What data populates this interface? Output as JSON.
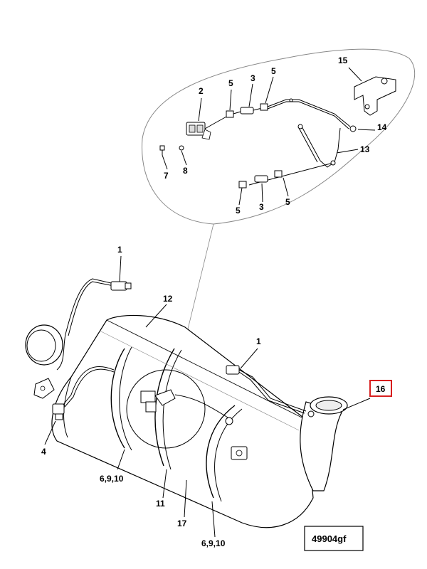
{
  "callouts": {
    "c1_top": "1",
    "c1_mid": "1",
    "c2": "2",
    "c3_top": "3",
    "c3_bottom": "3",
    "c4": "4",
    "c5_top_a": "5",
    "c5_top_b": "5",
    "c5_bottom_a": "5",
    "c5_bottom_b": "5",
    "c6910_left": "6,9,10",
    "c6910_bottom": "6,9,10",
    "c7": "7",
    "c8": "8",
    "c11": "11",
    "c12": "12",
    "c13": "13",
    "c14": "14",
    "c15": "15",
    "c16": "16",
    "c17": "17"
  },
  "reference_code": "49904gf",
  "colors": {
    "line": "#000000",
    "light_line": "#888888",
    "highlight_box": "#d81e1e",
    "surface": "#ffffff",
    "shade": "#eeeeee"
  },
  "highlighted_callout": "16"
}
